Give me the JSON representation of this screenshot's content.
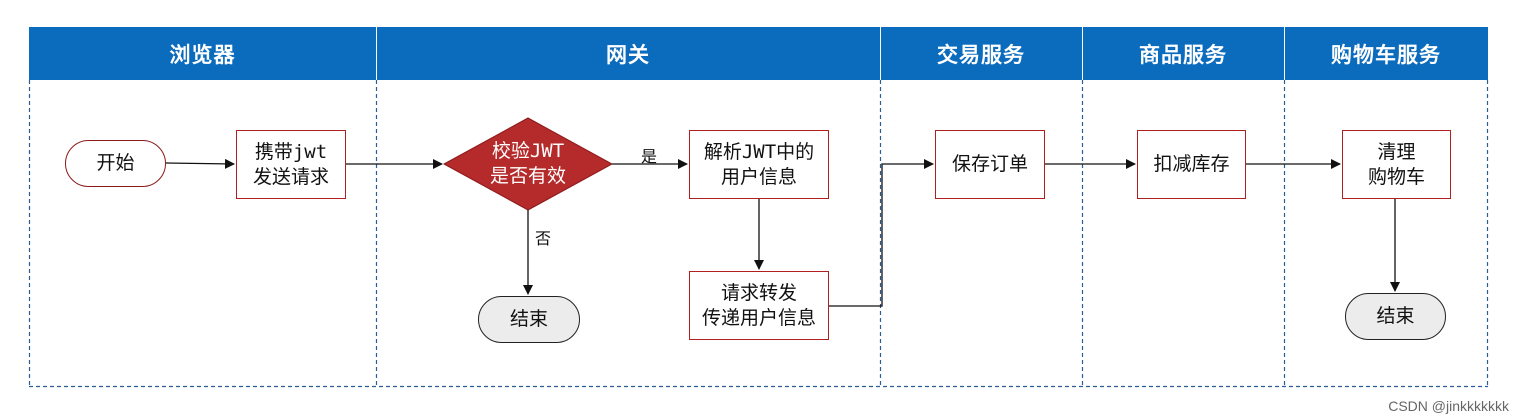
{
  "lanes": [
    {
      "label": "浏览器"
    },
    {
      "label": "网关"
    },
    {
      "label": "交易服务"
    },
    {
      "label": "商品服务"
    },
    {
      "label": "购物车服务"
    }
  ],
  "nodes": {
    "start": {
      "text": "开始"
    },
    "carry_jwt": {
      "line1": "携带jwt",
      "line2": "发送请求"
    },
    "verify_jwt": {
      "line1": "校验JWT",
      "line2": "是否有效"
    },
    "end_gateway": {
      "text": "结束"
    },
    "parse_jwt": {
      "line1": "解析JWT中的",
      "line2": "用户信息"
    },
    "forward": {
      "line1": "请求转发",
      "line2": "传递用户信息"
    },
    "save_order": {
      "text": "保存订单"
    },
    "deduct_stock": {
      "text": "扣减库存"
    },
    "clear_cart": {
      "line1": "清理",
      "line2": "购物车"
    },
    "end_cart": {
      "text": "结束"
    }
  },
  "edge_labels": {
    "yes": "是",
    "no": "否"
  },
  "colors": {
    "lane_header": "#0b6bbd",
    "decision_fill": "#b52a2a",
    "process_border": "#b02020",
    "end_fill": "#ececec",
    "lane_border": "#2b5d9a"
  },
  "watermark": "CSDN @jinkkkkkkk"
}
